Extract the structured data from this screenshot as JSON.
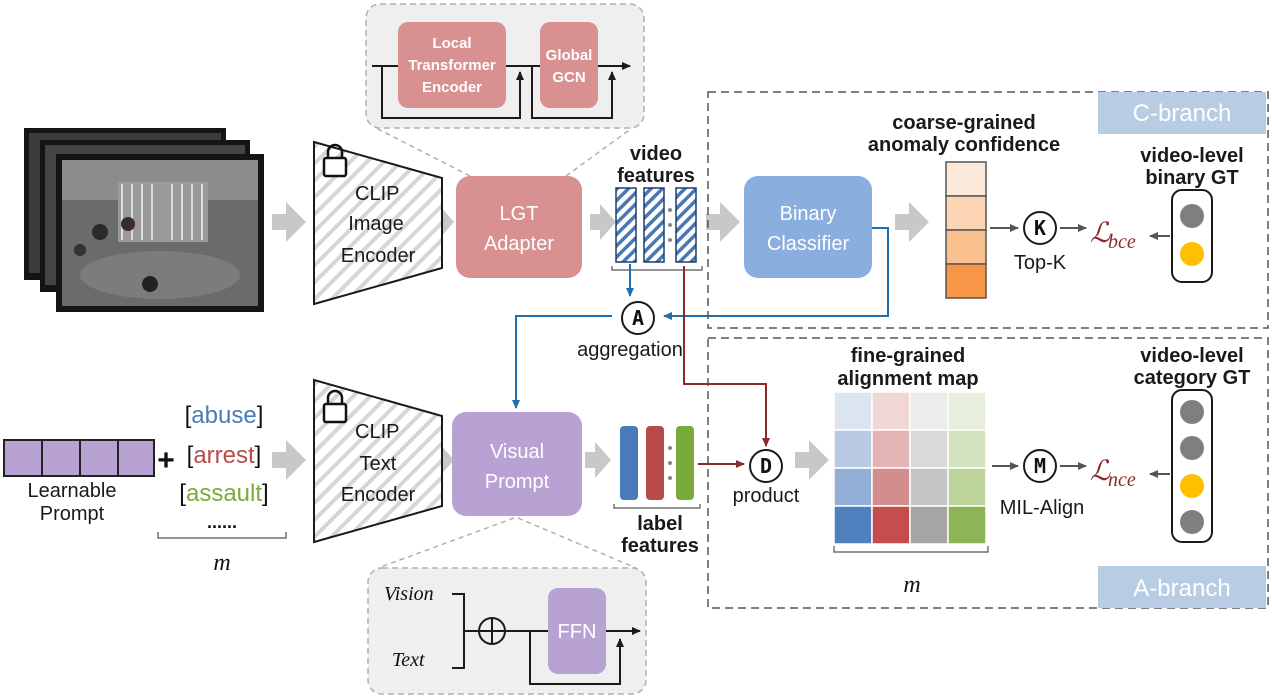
{
  "encoders": {
    "image": [
      "CLIP",
      "Image",
      "Encoder"
    ],
    "text": [
      "CLIP",
      "Text",
      "Encoder"
    ]
  },
  "lgt_adapter": [
    "LGT",
    "Adapter"
  ],
  "lgt_detail": {
    "local": [
      "Local",
      "Transformer",
      "Encoder"
    ],
    "global": [
      "Global",
      "GCN"
    ]
  },
  "video_features": [
    "video",
    "features"
  ],
  "binary_classifier": [
    "Binary",
    "Classifier"
  ],
  "c_branch": {
    "title": "C-branch",
    "confidence": [
      "coarse-grained",
      "anomaly confidence"
    ],
    "gt": [
      "video-level",
      "binary GT"
    ],
    "topk_symbol": "K",
    "topk_label": "Top-K",
    "loss": "bce"
  },
  "aggregation": {
    "symbol": "A",
    "label": "aggregation"
  },
  "prompt": {
    "learnable": [
      "Learnable",
      "Prompt"
    ],
    "plus": "+",
    "classes": [
      {
        "name": "abuse",
        "color": "#4a7ab8"
      },
      {
        "name": "arrest",
        "color": "#b84a4a"
      },
      {
        "name": "assault",
        "color": "#7aaa3a"
      }
    ],
    "ellipsis": "......",
    "m_label": "m"
  },
  "visual_prompt": [
    "Visual",
    "Prompt"
  ],
  "vp_detail": {
    "vision": "Vision",
    "text": "Text",
    "ffn": "FFN"
  },
  "label_features": [
    "label",
    "features"
  ],
  "product": {
    "symbol": "D",
    "label": "product"
  },
  "a_branch": {
    "title": "A-branch",
    "map": [
      "fine-grained",
      "alignment map"
    ],
    "m_label": "m",
    "mil_symbol": "M",
    "mil_label": "MIL-Align",
    "gt": [
      "video-level",
      "category GT"
    ],
    "loss": "nce"
  },
  "colors": {
    "pink": "#d89090",
    "blue": "#8aaede",
    "purple": "#b8a2d4",
    "gray_arrow": "#c8c8c8",
    "branch_tag": "#b8cce4",
    "prompt_cell": "#b8a2d4"
  },
  "chart_data": {
    "type": "heatmap",
    "matrices": [
      {
        "name": "fine-grained alignment map",
        "columns": 4,
        "rows": [
          [
            "#dce4f0",
            "#f1d6d6",
            "#ececec",
            "#e7efdc"
          ],
          [
            "#b8c9e3",
            "#e2b4b4",
            "#d9d9d9",
            "#d3e2bf"
          ],
          [
            "#93afd8",
            "#d48d8d",
            "#c5c5c5",
            "#bdd49c"
          ],
          [
            "#4f7fbc",
            "#c44d4d",
            "#a5a5a5",
            "#8bb556"
          ]
        ]
      },
      {
        "name": "coarse-grained anomaly confidence",
        "columns": 1,
        "rows": [
          [
            "#fde9d9"
          ],
          [
            "#fcd5b5"
          ],
          [
            "#fac090"
          ],
          [
            "#f79646"
          ]
        ]
      }
    ]
  }
}
